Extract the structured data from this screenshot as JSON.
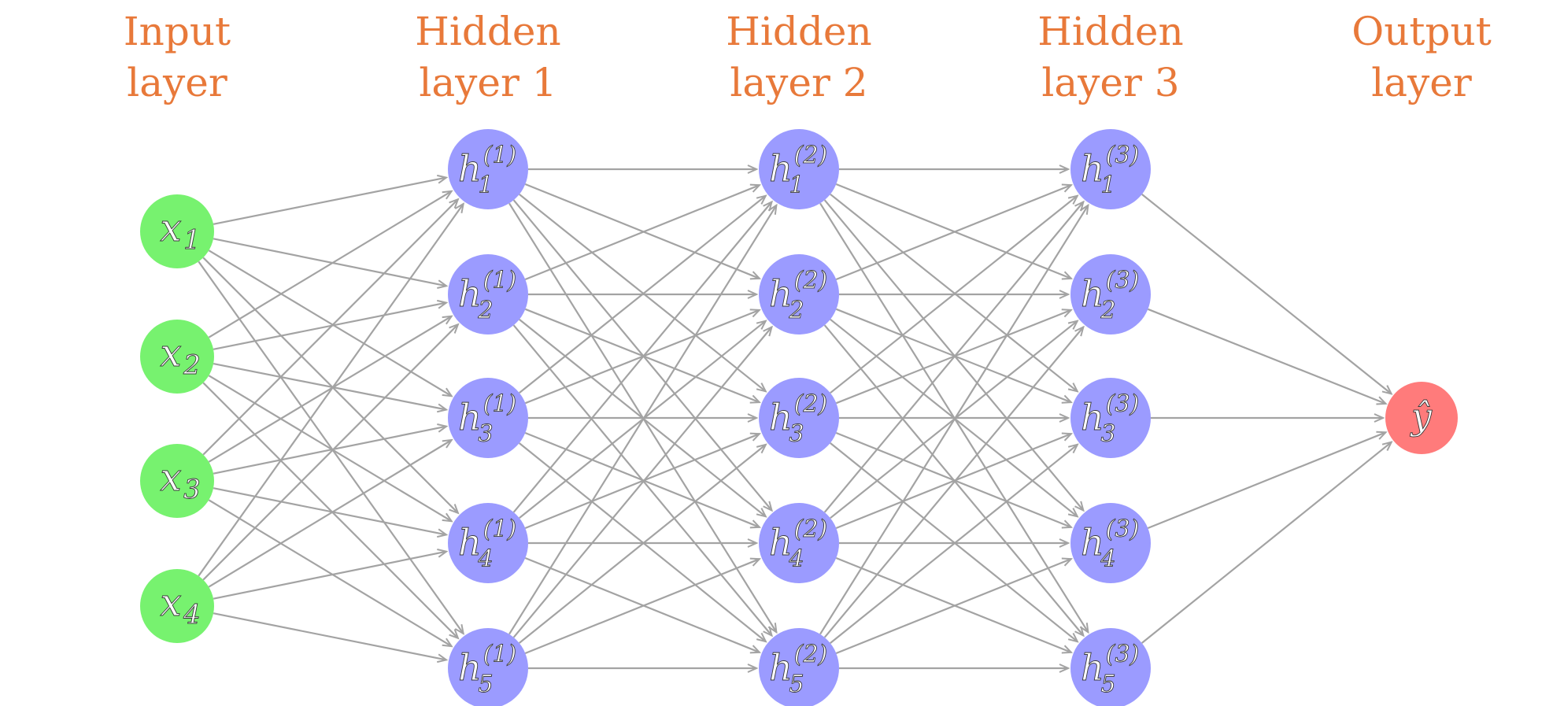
{
  "colors": {
    "title": "#e8793a",
    "edge": "#a3a3a3",
    "input_node": "#77f26f",
    "hidden_node": "#9b9bff",
    "output_node": "#ff7b7b"
  },
  "layers": [
    {
      "id": "input",
      "title_line1": "Input",
      "title_line2": "layer",
      "node_color": "#77f26f",
      "nodes": [
        {
          "base": "x",
          "sub": "1",
          "sup": ""
        },
        {
          "base": "x",
          "sub": "2",
          "sup": ""
        },
        {
          "base": "x",
          "sub": "3",
          "sup": ""
        },
        {
          "base": "x",
          "sub": "4",
          "sup": ""
        }
      ]
    },
    {
      "id": "hidden-1",
      "title_line1": "Hidden",
      "title_line2": "layer 1",
      "node_color": "#9b9bff",
      "nodes": [
        {
          "base": "h",
          "sub": "1",
          "sup": "(1)"
        },
        {
          "base": "h",
          "sub": "2",
          "sup": "(1)"
        },
        {
          "base": "h",
          "sub": "3",
          "sup": "(1)"
        },
        {
          "base": "h",
          "sub": "4",
          "sup": "(1)"
        },
        {
          "base": "h",
          "sub": "5",
          "sup": "(1)"
        }
      ]
    },
    {
      "id": "hidden-2",
      "title_line1": "Hidden",
      "title_line2": "layer 2",
      "node_color": "#9b9bff",
      "nodes": [
        {
          "base": "h",
          "sub": "1",
          "sup": "(2)"
        },
        {
          "base": "h",
          "sub": "2",
          "sup": "(2)"
        },
        {
          "base": "h",
          "sub": "3",
          "sup": "(2)"
        },
        {
          "base": "h",
          "sub": "4",
          "sup": "(2)"
        },
        {
          "base": "h",
          "sub": "5",
          "sup": "(2)"
        }
      ]
    },
    {
      "id": "hidden-3",
      "title_line1": "Hidden",
      "title_line2": "layer 3",
      "node_color": "#9b9bff",
      "nodes": [
        {
          "base": "h",
          "sub": "1",
          "sup": "(3)"
        },
        {
          "base": "h",
          "sub": "2",
          "sup": "(3)"
        },
        {
          "base": "h",
          "sub": "3",
          "sup": "(3)"
        },
        {
          "base": "h",
          "sub": "4",
          "sup": "(3)"
        },
        {
          "base": "h",
          "sub": "5",
          "sup": "(3)"
        }
      ]
    },
    {
      "id": "output",
      "title_line1": "Output",
      "title_line2": "layer",
      "node_color": "#ff7b7b",
      "nodes": [
        {
          "base": "ŷ",
          "sub": "",
          "sup": ""
        }
      ]
    }
  ],
  "connectivity": "fully-connected"
}
